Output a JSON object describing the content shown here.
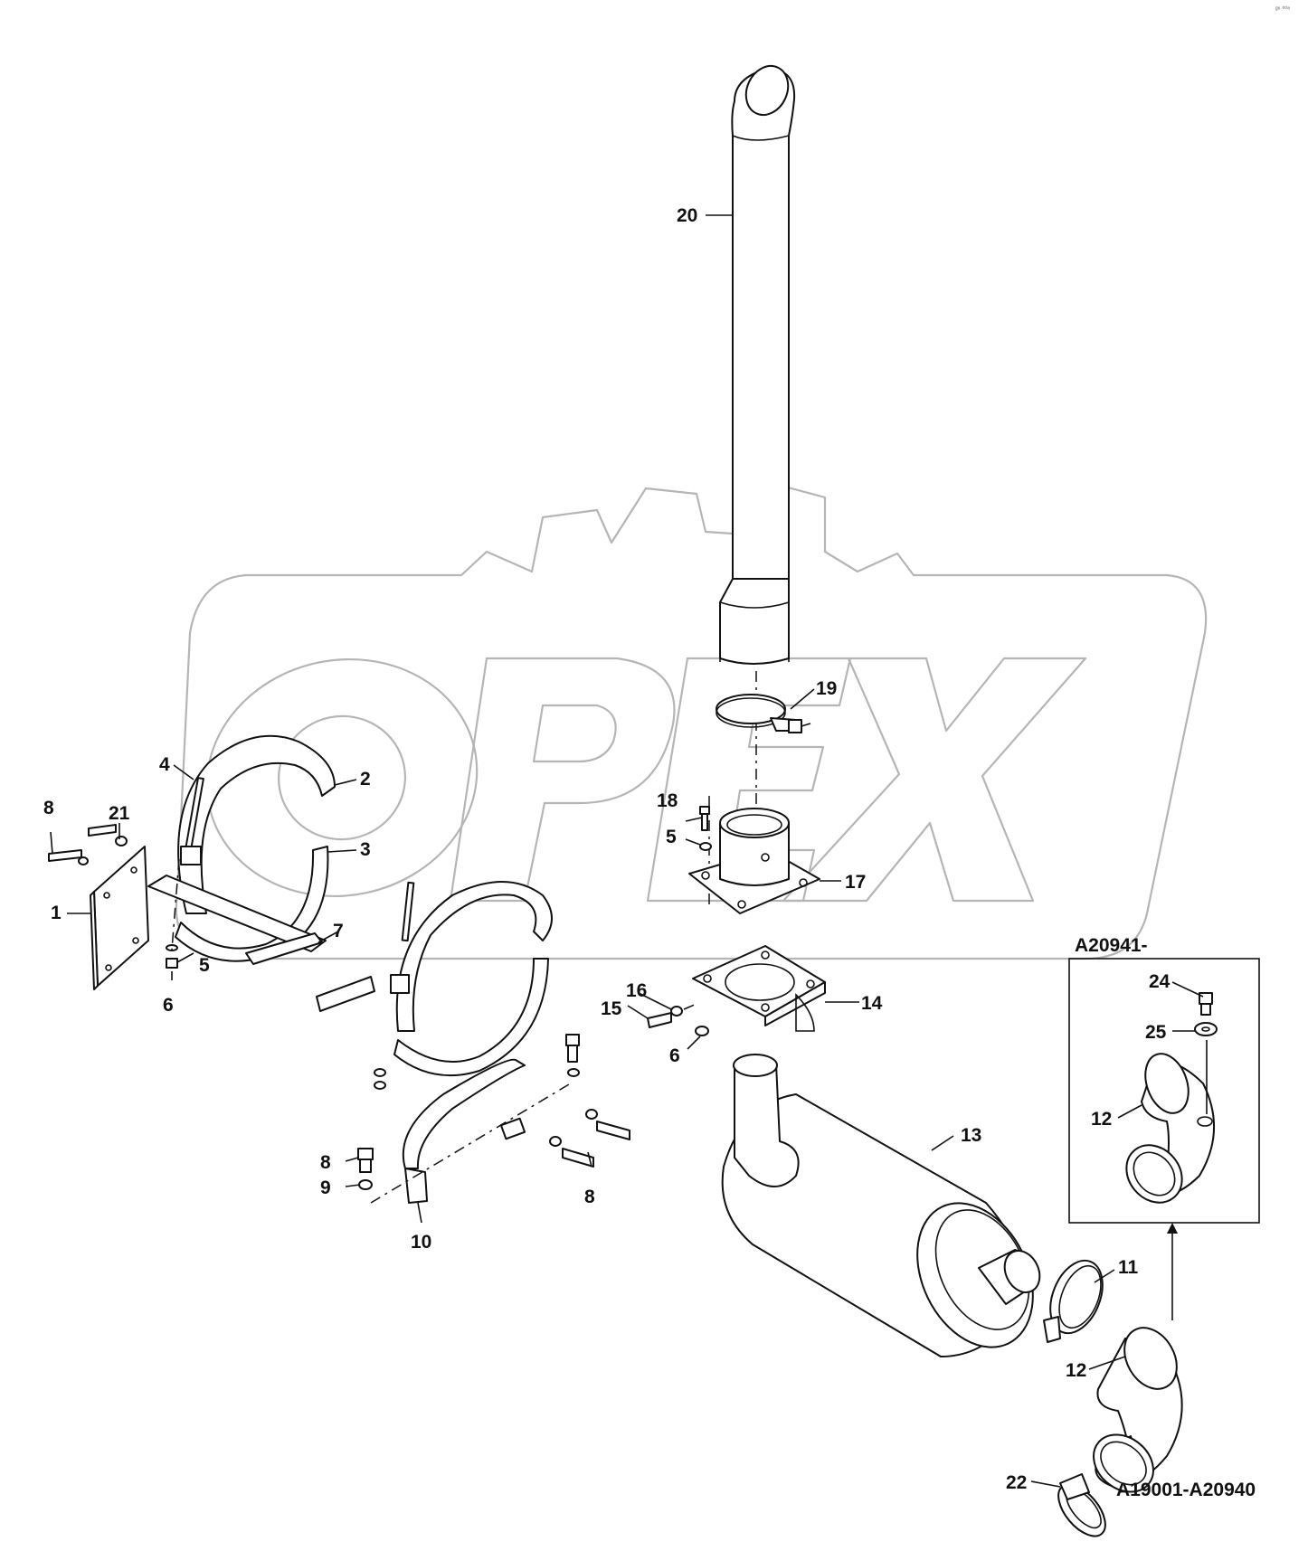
{
  "corner_code": "ᵍ⁶ ⁰⁰⁸",
  "watermark_text": "OPEX",
  "variant_box_label": "A20941-",
  "bottom_range_label": "A19001-A20940",
  "callouts": {
    "c1": "1",
    "c2": "2",
    "c3": "3",
    "c4": "4",
    "c5a": "5",
    "c5b": "5",
    "c6a": "6",
    "c6b": "6",
    "c7": "7",
    "c8a": "8",
    "c8b": "8",
    "c8c": "8",
    "c9": "9",
    "c10": "10",
    "c11": "11",
    "c12a": "12",
    "c12b": "12",
    "c13": "13",
    "c14": "14",
    "c15": "15",
    "c16": "16",
    "c17": "17",
    "c18": "18",
    "c19": "19",
    "c20": "20",
    "c21": "21",
    "c22": "22",
    "c24": "24",
    "c25": "25"
  }
}
